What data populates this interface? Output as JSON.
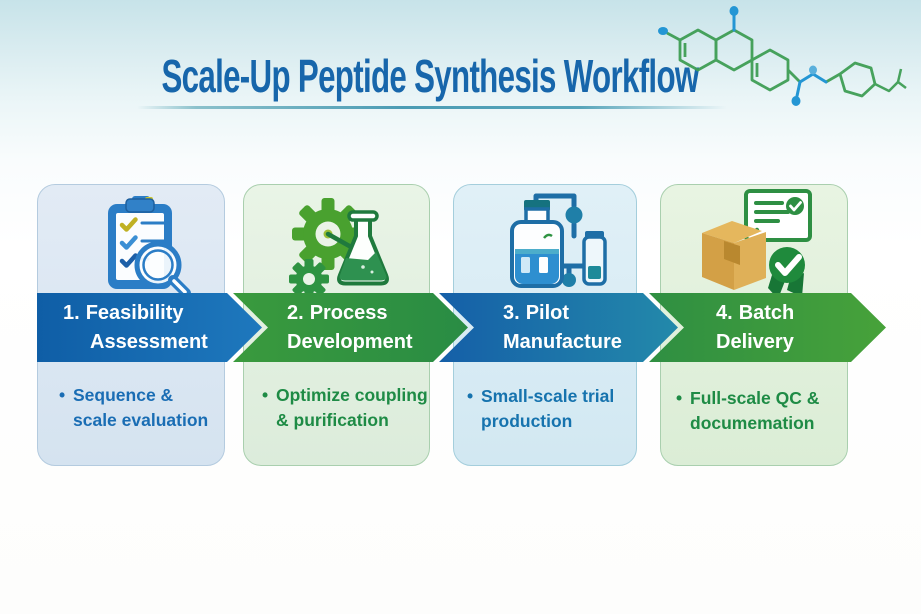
{
  "header": {
    "title": "Scale-Up Peptide Synthesis Workflow"
  },
  "bullet_glyph": "•",
  "steps": [
    {
      "icon": "clipboard-checklist-magnifier-icon",
      "num": "1.",
      "title_line1": "Feasibility",
      "title_line2": "Assessment",
      "bullet_line1": "Sequence &",
      "bullet_line2": "scale evaluation",
      "theme_color": "#1467ae"
    },
    {
      "icon": "gears-flask-icon",
      "num": "2.",
      "title_line1": "Process",
      "title_line2": "Development",
      "bullet_line1": "Optimize coupling",
      "bullet_line2": "& purification",
      "theme_color": "#319043"
    },
    {
      "icon": "bioreactor-vessel-icon",
      "num": "3.",
      "title_line1": "Pilot",
      "title_line2": "Manufacture",
      "bullet_line1": "Small-scale trial",
      "bullet_line2": "production",
      "theme_color": "#1d7cab"
    },
    {
      "icon": "package-certificate-ribbon-icon",
      "num": "4.",
      "title_line1": "Batch",
      "title_line2": "Delivery",
      "bullet_line1": "Full-scale QC &",
      "bullet_line2": "documemation",
      "theme_color": "#3b9540"
    }
  ],
  "colors": {
    "title_text": "#1766ab",
    "underline": "#4b9cb4",
    "banner1_blue": "#1467ae",
    "banner2_green": "#319043",
    "banner3_teal": "#2389aa",
    "banner4_green": "#3b9540",
    "bullet_blue": "#1a6db4",
    "bullet_green": "#1e8b45",
    "background_top": "#c9e4ea",
    "background_bottom": "#ffffff"
  },
  "decor": {
    "molecule_illustration": "peptide-molecule-line-drawing"
  }
}
